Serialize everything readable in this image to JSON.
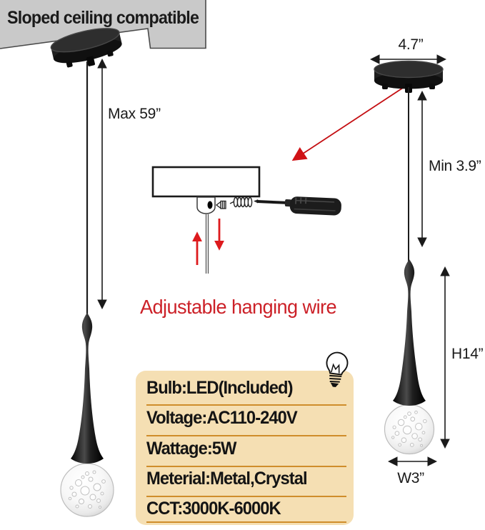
{
  "colors": {
    "ceiling_gray": "#c9c9c9",
    "fixture_black": "#1a1a1a",
    "accent_red": "#cc2128",
    "arrow_red": "#dd1a1d",
    "spec_box_bg": "#f5dfb3",
    "spec_underline": "#cf8d2b",
    "ink": "#1a1a1a"
  },
  "ceiling": {
    "label": "Sloped ceiling compatible"
  },
  "left_pendant": {
    "max_drop_label": "Max 59”"
  },
  "right_pendant": {
    "canopy_width_label": "4.7”",
    "min_drop_label": "Min 3.9”",
    "height_label": "H14”",
    "width_label": "W3”"
  },
  "wire_diagram": {
    "caption": "Adjustable hanging wire"
  },
  "spec_box": {
    "rows": [
      "Bulb:LED(Included)",
      "Voltage:AC110-240V",
      "Wattage:5W",
      "Meterial:Metal,Crystal",
      "CCT:3000K-6000K"
    ]
  },
  "icons": {
    "light_bulb": "light-bulb-icon",
    "screwdriver": "screwdriver-icon",
    "set_screw": "set-screw-icon"
  }
}
